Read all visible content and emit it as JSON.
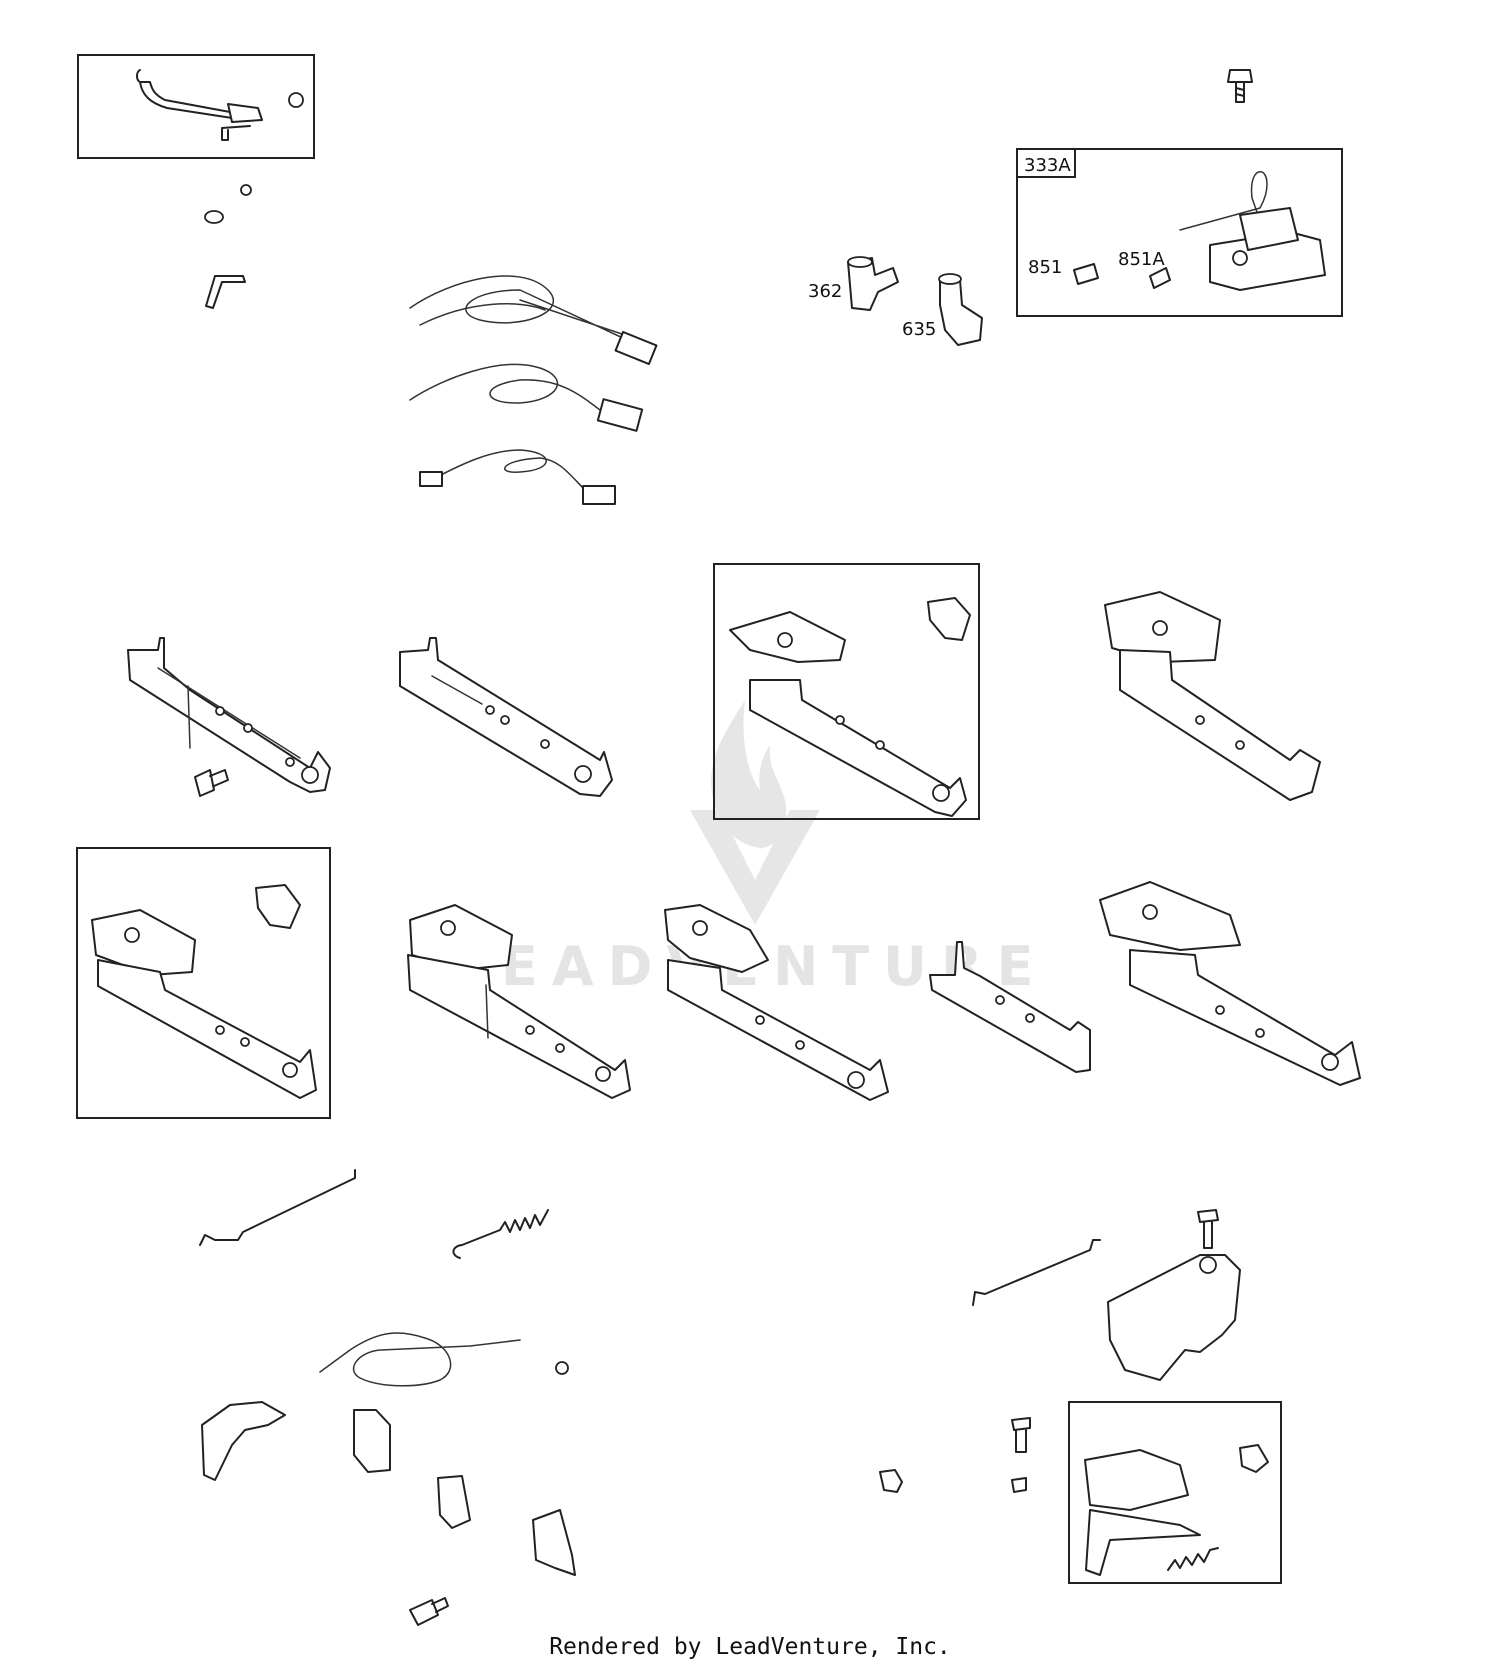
{
  "callouts": {
    "c333A": "333A",
    "c851": "851",
    "c851A": "851A",
    "c362": "362",
    "c635": "635"
  },
  "watermark": {
    "text": "LEADVENTURE"
  },
  "footer": {
    "text": "Rendered by LeadVenture, Inc."
  },
  "colors": {
    "line": "#222222",
    "watermark": "#e4e4e4",
    "background": "#ffffff"
  }
}
